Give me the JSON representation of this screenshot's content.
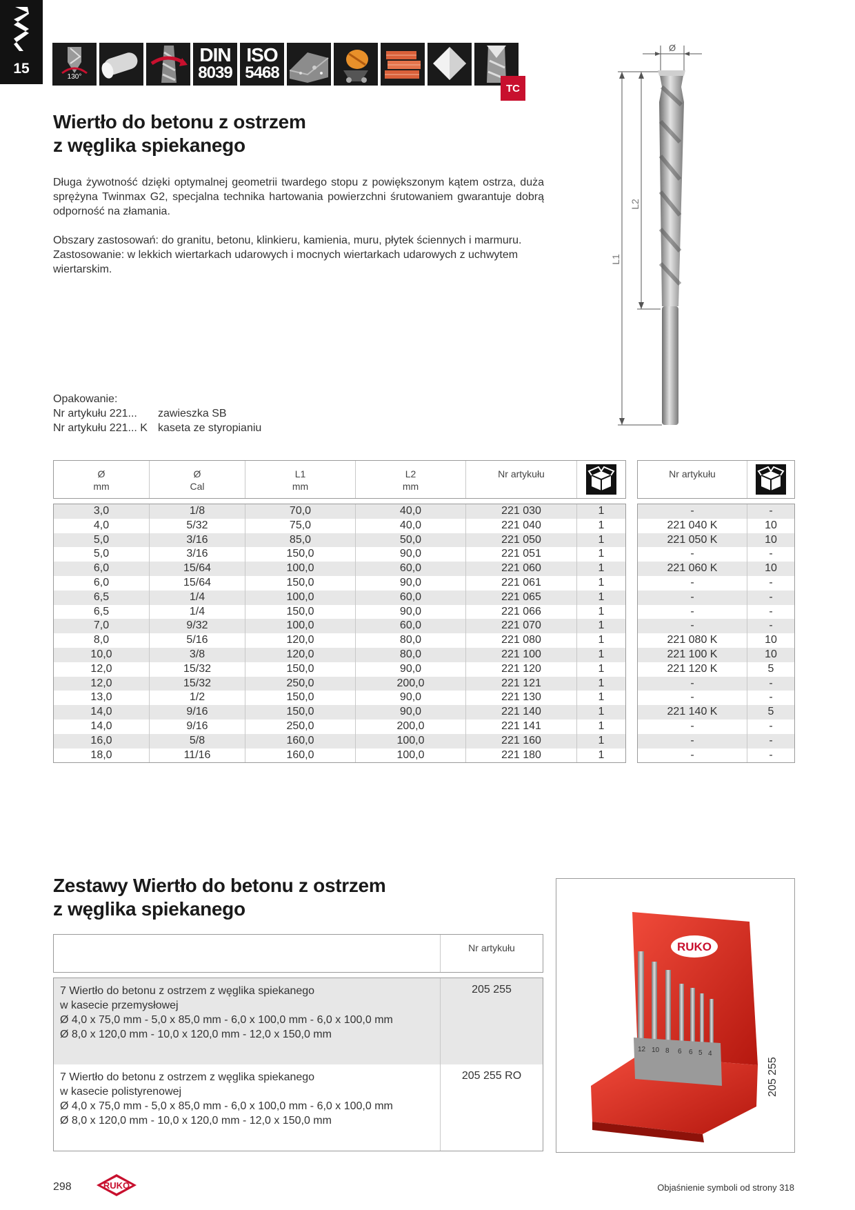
{
  "side_tab": {
    "number": "15"
  },
  "symbols": {
    "angle_label": "130°",
    "din_top": "DIN",
    "din_bottom": "8039",
    "iso_top": "ISO",
    "iso_bottom": "5468",
    "badge": "TC"
  },
  "product": {
    "title_line1": "Wiertło do betonu z ostrzem",
    "title_line2": "z węglika spiekanego",
    "description": "Długa żywotność dzięki optymalnej geometrii twardego stopu z powiększonym kątem ostrza, duża sprężyna Twinmax G2, specjalna technika hartowania powierzchni śrutowaniem gwarantuje dobrą odporność na złamania.",
    "applications": "Obszary zastosowań: do granitu, betonu, klinkieru, kamienia, muru, płytek ściennych i marmuru. Zastosowanie: w lekkich wiertarkach udarowych i mocnych wiertarkach udarowych z uchwytem wiertarskim."
  },
  "packaging": {
    "heading": "Opakowanie:",
    "rows": [
      {
        "code": "Nr artykułu 221...",
        "desc": "zawieszka SB"
      },
      {
        "code": "Nr artykułu 221... K",
        "desc": "kaseta ze styropianiu"
      }
    ]
  },
  "drawing": {
    "diameter": "Ø",
    "l1": "L1",
    "l2": "L2"
  },
  "table": {
    "headers": [
      {
        "top": "Ø",
        "bottom": "mm"
      },
      {
        "top": "Ø",
        "bottom": "Cal"
      },
      {
        "top": "L1",
        "bottom": "mm"
      },
      {
        "top": "L2",
        "bottom": "mm"
      },
      {
        "top": "Nr artykułu",
        "bottom": ""
      }
    ],
    "side_header": "Nr artykułu",
    "rows": [
      [
        "3,0",
        "1/8",
        "70,0",
        "40,0",
        "221 030",
        "1",
        "-",
        "-"
      ],
      [
        "4,0",
        "5/32",
        "75,0",
        "40,0",
        "221 040",
        "1",
        "221 040 K",
        "10"
      ],
      [
        "5,0",
        "3/16",
        "85,0",
        "50,0",
        "221 050",
        "1",
        "221 050 K",
        "10"
      ],
      [
        "5,0",
        "3/16",
        "150,0",
        "90,0",
        "221 051",
        "1",
        "-",
        "-"
      ],
      [
        "6,0",
        "15/64",
        "100,0",
        "60,0",
        "221 060",
        "1",
        "221 060 K",
        "10"
      ],
      [
        "6,0",
        "15/64",
        "150,0",
        "90,0",
        "221 061",
        "1",
        "-",
        "-"
      ],
      [
        "6,5",
        "1/4",
        "100,0",
        "60,0",
        "221 065",
        "1",
        "-",
        "-"
      ],
      [
        "6,5",
        "1/4",
        "150,0",
        "90,0",
        "221 066",
        "1",
        "-",
        "-"
      ],
      [
        "7,0",
        "9/32",
        "100,0",
        "60,0",
        "221 070",
        "1",
        "-",
        "-"
      ],
      [
        "8,0",
        "5/16",
        "120,0",
        "80,0",
        "221 080",
        "1",
        "221 080 K",
        "10"
      ],
      [
        "10,0",
        "3/8",
        "120,0",
        "80,0",
        "221 100",
        "1",
        "221 100 K",
        "10"
      ],
      [
        "12,0",
        "15/32",
        "150,0",
        "90,0",
        "221 120",
        "1",
        "221 120 K",
        "5"
      ],
      [
        "12,0",
        "15/32",
        "250,0",
        "200,0",
        "221 121",
        "1",
        "-",
        "-"
      ],
      [
        "13,0",
        "1/2",
        "150,0",
        "90,0",
        "221 130",
        "1",
        "-",
        "-"
      ],
      [
        "14,0",
        "9/16",
        "150,0",
        "90,0",
        "221 140",
        "1",
        "221 140 K",
        "5"
      ],
      [
        "14,0",
        "9/16",
        "250,0",
        "200,0",
        "221 141",
        "1",
        "-",
        "-"
      ],
      [
        "16,0",
        "5/8",
        "160,0",
        "100,0",
        "221 160",
        "1",
        "-",
        "-"
      ],
      [
        "18,0",
        "11/16",
        "160,0",
        "100,0",
        "221 180",
        "1",
        "-",
        "-"
      ]
    ]
  },
  "sets": {
    "title_line1": "Zestawy Wiertło do betonu z ostrzem",
    "title_line2": "z węglika spiekanego",
    "header": "Nr artykułu",
    "items": [
      {
        "lines": [
          "7  Wiertło do betonu z ostrzem z węglika spiekanego",
          "w kasecie przemysłowej",
          "Ø 4,0 x 75,0 mm - 5,0 x 85,0 mm - 6,0 x 100,0 mm - 6,0 x 100,0 mm",
          "Ø 8,0 x 120,0 mm - 10,0 x 120,0 mm - 12,0 x 150,0 mm"
        ],
        "article": "205 255"
      },
      {
        "lines": [
          "7  Wiertło do betonu z ostrzem z węglika spiekanego",
          "w kasecie polistyrenowej",
          "Ø 4,0 x 75,0 mm - 5,0 x 85,0 mm - 6,0 x 100,0 mm - 6,0 x 100,0 mm",
          "Ø 8,0 x 120,0 mm - 10,0 x 120,0 mm - 12,0 x 150,0 mm"
        ],
        "article": "205 255 RO"
      }
    ],
    "photo": {
      "brand": "RUKO",
      "sizes": [
        "12",
        "10",
        "8",
        "6",
        "6",
        "5",
        "4"
      ],
      "article_label": "205 255"
    }
  },
  "footer": {
    "page": "298",
    "brand": "RUKO",
    "note": "Objaśnienie symboli od strony 318"
  },
  "colors": {
    "accent": "#c8102e",
    "dark": "#121212",
    "row_shade": "#e7e7e7"
  }
}
